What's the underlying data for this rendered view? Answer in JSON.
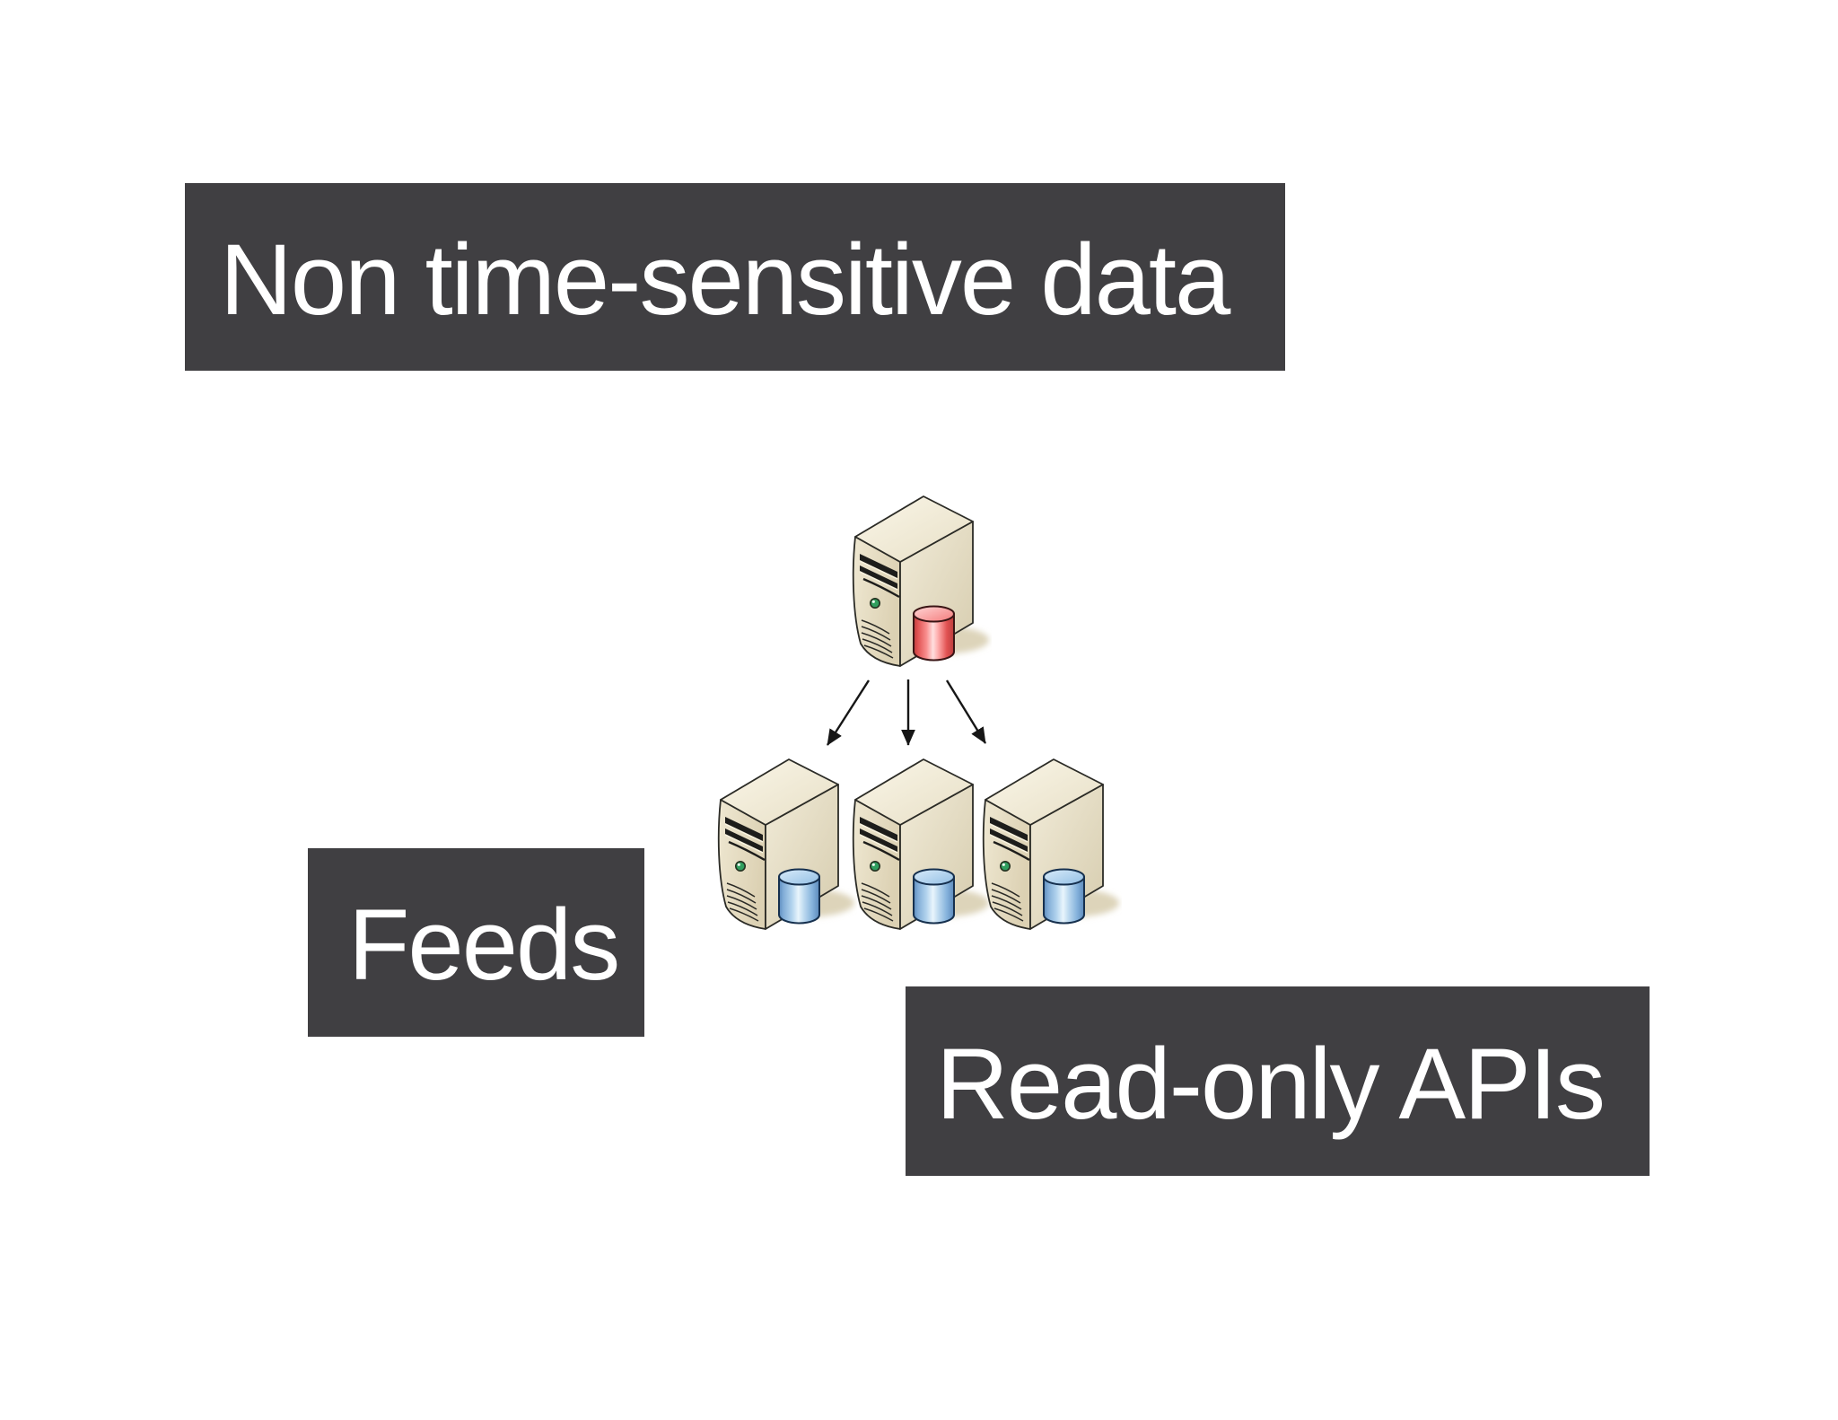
{
  "title_banner": {
    "label": "Non time-sensitive data"
  },
  "feeds_banner": {
    "label": "Feeds"
  },
  "readonly_banner": {
    "label": "Read-only APIs"
  },
  "banner_style": {
    "bg": "#403f42",
    "text": "#ffffff"
  },
  "diagram": {
    "source_server": {
      "icon": "server-tower-icon",
      "database_icon": "database-cylinder-icon",
      "database_color_name": "red",
      "database_color_main": "#e05252",
      "database_color_light": "#ffdede",
      "database_top_color": "#f47b7b"
    },
    "target_servers": [
      {
        "icon": "server-tower-icon",
        "database_icon": "database-cylinder-icon",
        "database_color_name": "blue",
        "database_color_main": "#7fabd6",
        "database_color_light": "#e9f5fc",
        "database_top_color": "#93bfe4"
      },
      {
        "icon": "server-tower-icon",
        "database_icon": "database-cylinder-icon",
        "database_color_name": "blue",
        "database_color_main": "#7fabd6",
        "database_color_light": "#e9f5fc",
        "database_top_color": "#93bfe4"
      },
      {
        "icon": "server-tower-icon",
        "database_icon": "database-cylinder-icon",
        "database_color_name": "blue",
        "database_color_main": "#7fabd6",
        "database_color_light": "#e9f5fc",
        "database_top_color": "#93bfe4"
      }
    ],
    "arrows": {
      "count": 3,
      "color": "#161616",
      "direction": "top-server-to-three-bottom-servers"
    },
    "server_body_color": "#e9e1c8",
    "shadow_color": "#ddd4ba",
    "led_color": "#2f9e5e"
  }
}
